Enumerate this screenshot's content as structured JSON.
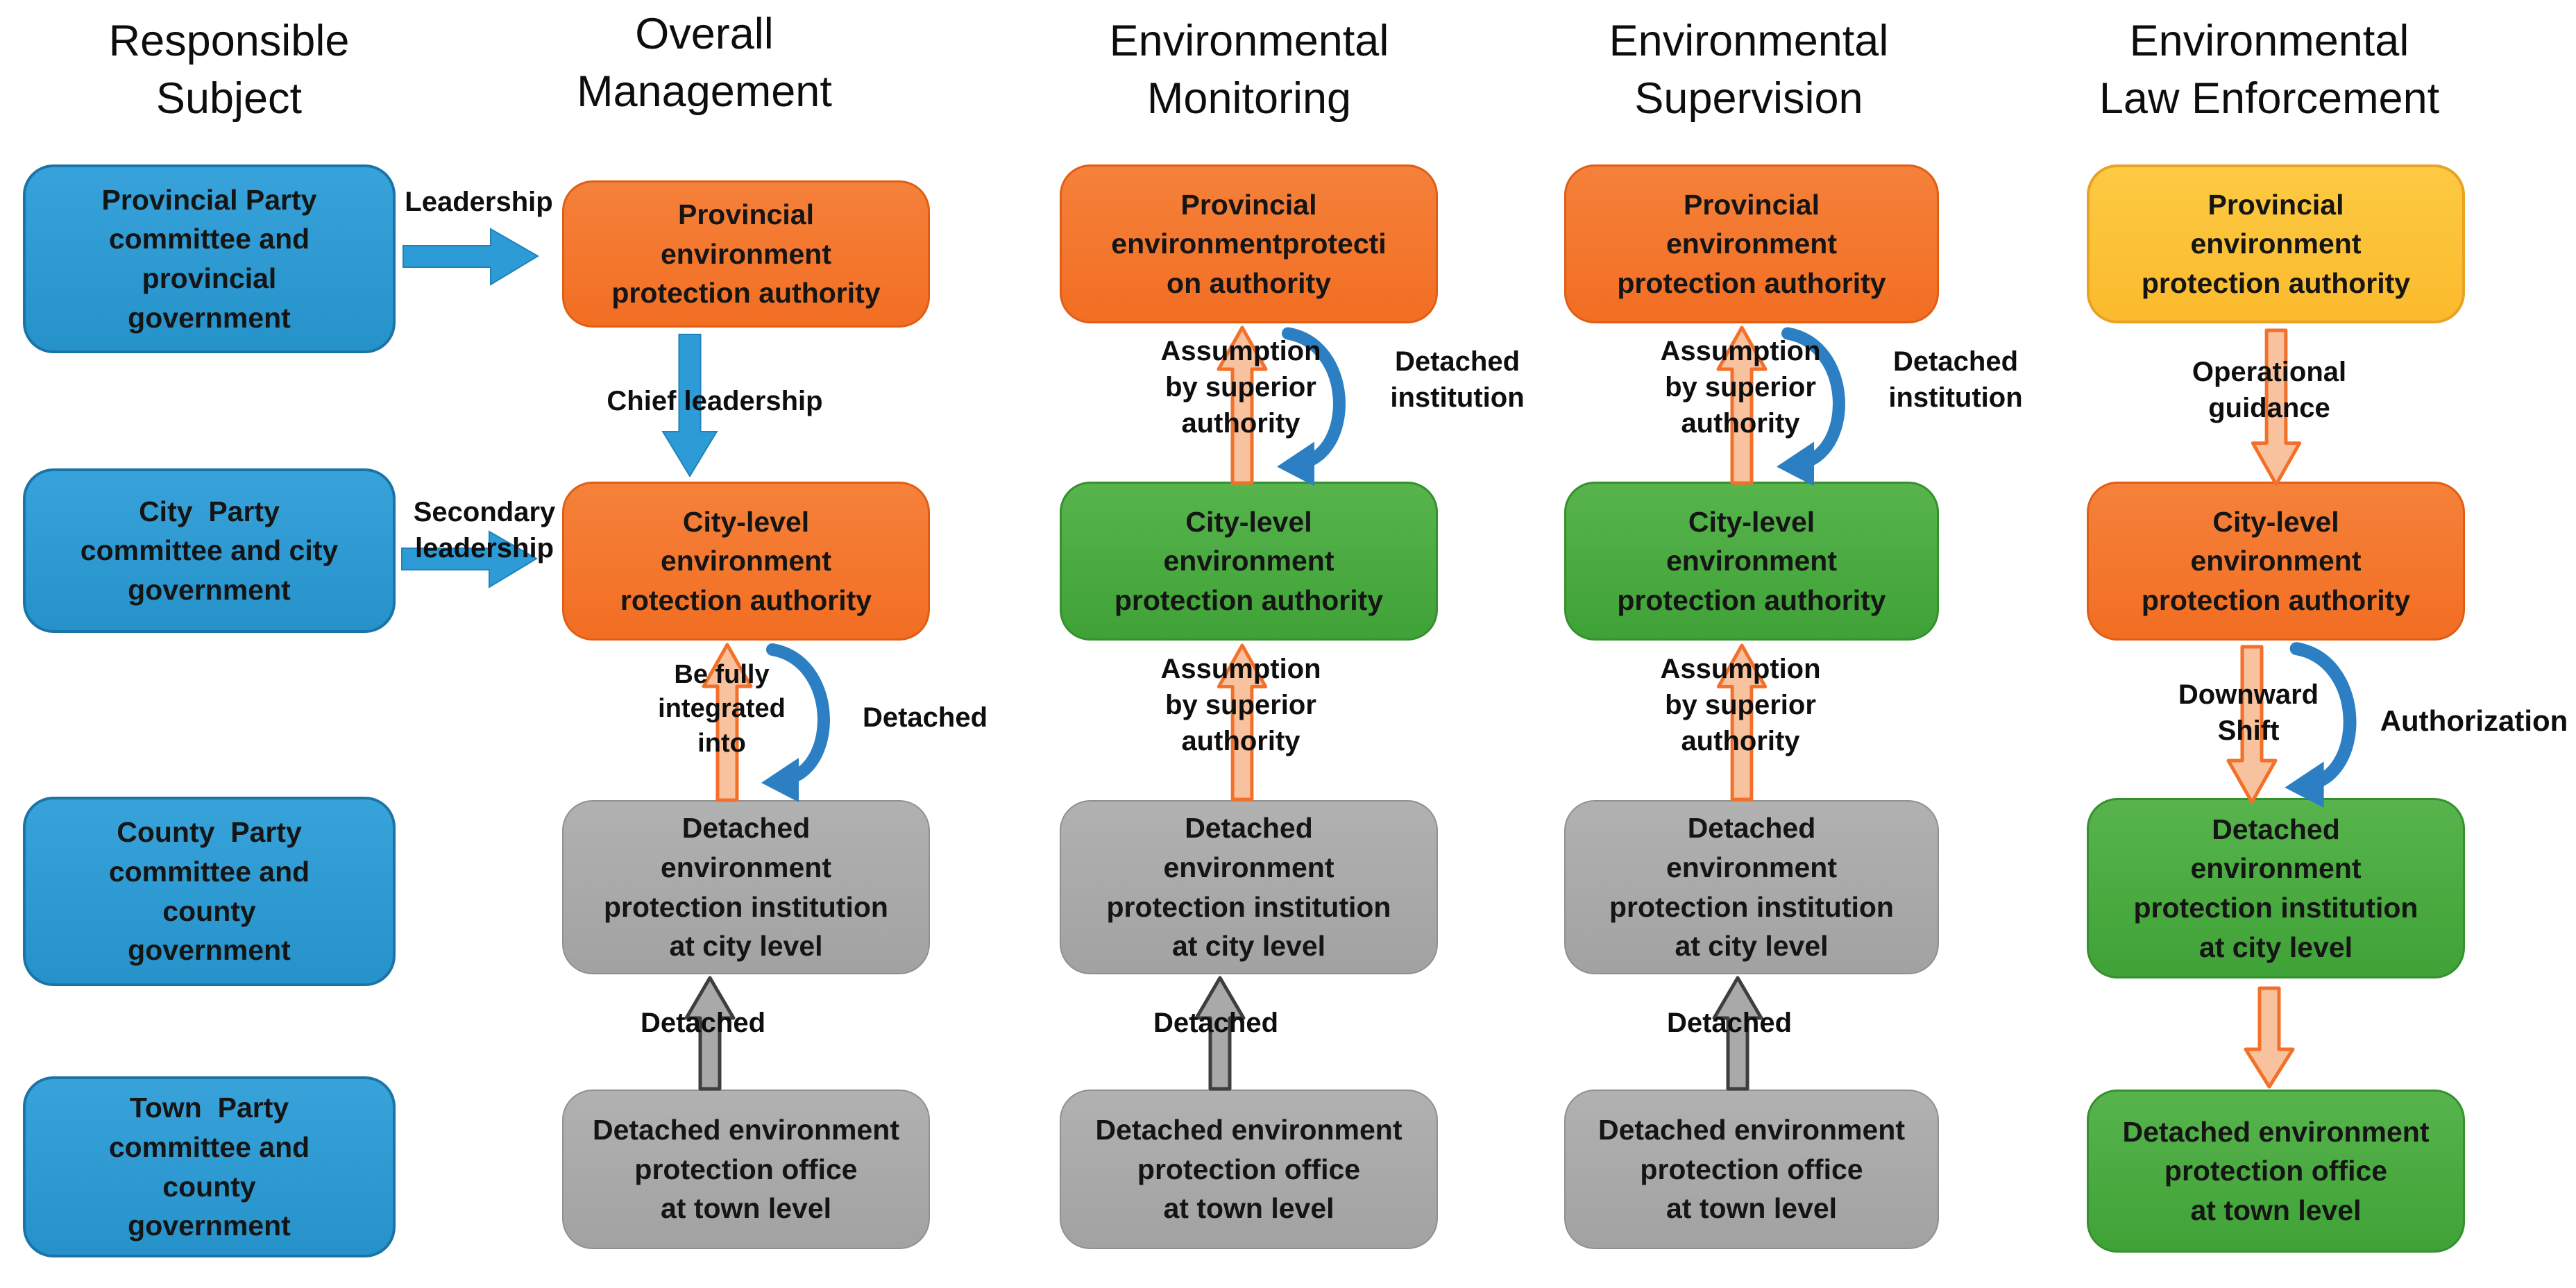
{
  "diagram_title": "Environmental management institutional reform flowchart",
  "colors": {
    "blue_box": "#2d9ad2",
    "orange_box": "#f4752e",
    "yellow_box": "#fcc239",
    "green_box": "#46a83e",
    "gray_box": "#a8a8a8",
    "blue_arrow": "#2d9bd5",
    "curved_blue_arrow": "#2b7fc2",
    "light_orange_arrow_fill": "#f9c29e",
    "light_orange_arrow_stroke": "#f2702a",
    "gray_arrow_fill": "#a9a9a9"
  },
  "headers": [
    "Responsible\nSubject",
    "Overall\nManagement",
    "Environmental\nMonitoring",
    "Environmental\nSupervision",
    "Environmental\nLaw Enforcement"
  ],
  "responsible": {
    "provincial": "Provincial Party\ncommittee and\nprovincial\ngovernment",
    "city": "City  Party\ncommittee and city\ngovernment",
    "county": "County  Party\ncommittee and\ncounty\ngovernment",
    "town": "Town  Party\ncommittee and\ncounty\ngovernment"
  },
  "overall": {
    "provincial": "Provincial\nenvironment\nprotection authority",
    "city": "City-level\nenvironment\nrotection authority",
    "institution": "Detached\nenvironment\nprotection institution\nat city level",
    "office": "Detached environment\nprotection office\nat town level"
  },
  "monitoring": {
    "provincial": "Provincial\nenvironmentprotecti\non authority",
    "city": "City-level\nenvironment\nprotection authority",
    "institution": "Detached\nenvironment\nprotection institution\nat city level",
    "office": "Detached environment\nprotection office\nat town level"
  },
  "supervision": {
    "provincial": "Provincial\nenvironment\nprotection authority",
    "city": "City-level\nenvironment\nprotection authority",
    "institution": "Detached\nenvironment\nprotection institution\nat city level",
    "office": "Detached environment\nprotection office\nat town level"
  },
  "enforcement": {
    "provincial": "Provincial\nenvironment\nprotection authority",
    "city": "City-level\nenvironment\nprotection authority",
    "institution": "Detached\nenvironment\nprotection institution\nat city level",
    "office": "Detached environment\nprotection office\nat town level"
  },
  "labels": {
    "leadership": "Leadership",
    "secondary_leadership": "Secondary\nleadership",
    "chief_leadership": "Chief leadership",
    "be_fully_integrated": "Be fully\nintegrated\ninto",
    "detached": "Detached",
    "assumption": "Assumption\nby superior\nauthority",
    "detached_institution": "Detached\ninstitution",
    "operational_guidance": "Operational\nguidance",
    "downward_shift": "Downward\nShift",
    "authorization": "Authorization"
  }
}
